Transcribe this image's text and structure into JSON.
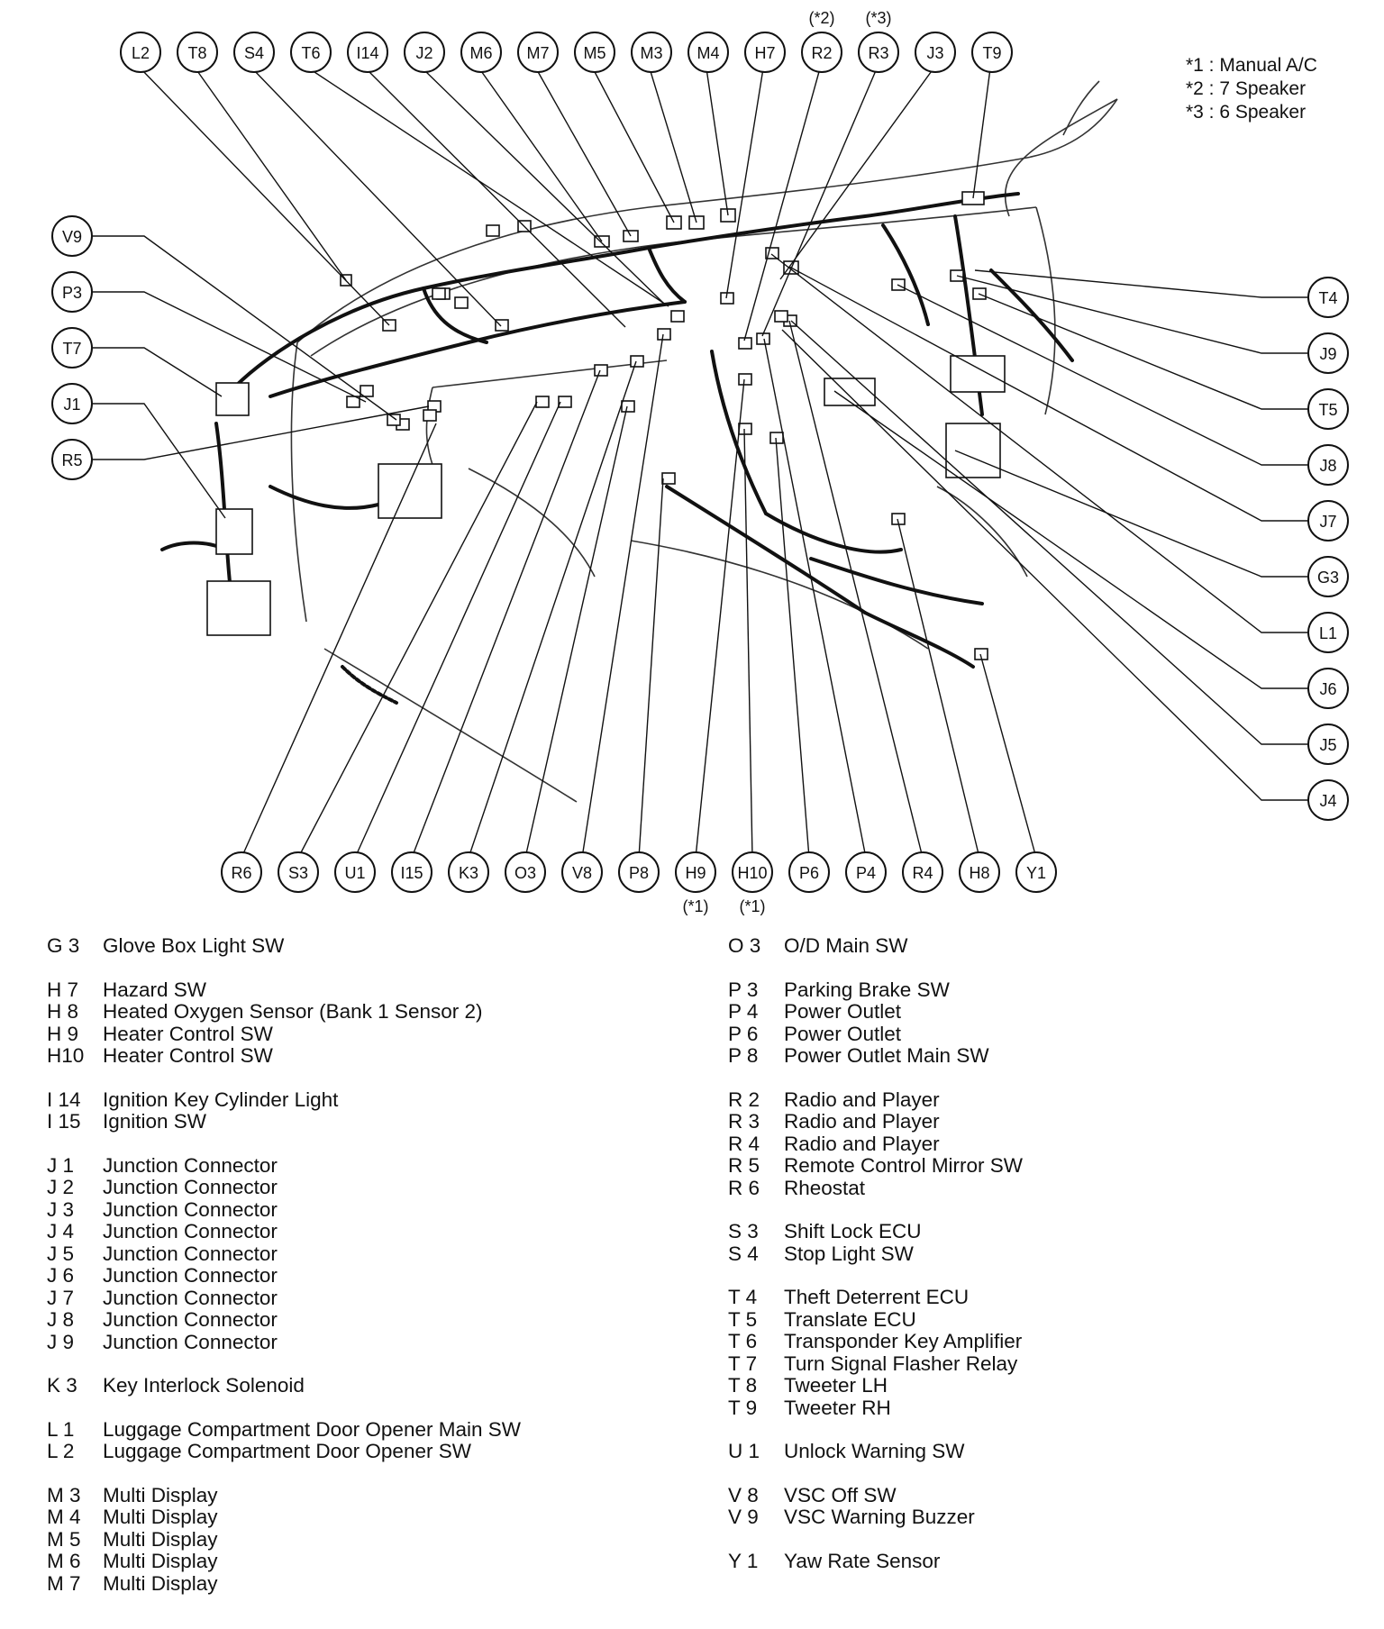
{
  "notes": [
    "*1 : Manual A/C",
    "*2 : 7 Speaker",
    "*3 : 6 Speaker"
  ],
  "top_labels": [
    "L2",
    "T8",
    "S4",
    "T6",
    "I14",
    "J2",
    "M6",
    "M7",
    "M5",
    "M3",
    "M4",
    "H7",
    "R2",
    "R3",
    "J3",
    "T9"
  ],
  "top_marks": {
    "R2": "(*2)",
    "R3": "(*3)"
  },
  "left_labels": [
    "V9",
    "P3",
    "T7",
    "J1",
    "R5"
  ],
  "right_labels": [
    "T4",
    "J9",
    "T5",
    "J8",
    "J7",
    "G3",
    "L1",
    "J6",
    "J5",
    "J4"
  ],
  "bottom_labels": [
    "R6",
    "S3",
    "U1",
    "I15",
    "K3",
    "O3",
    "V8",
    "P8",
    "H9",
    "H10",
    "P6",
    "P4",
    "R4",
    "H8",
    "Y1"
  ],
  "bottom_marks": {
    "H9": "(*1)",
    "H10": "(*1)"
  },
  "legend_left": [
    {
      "code": "G 3",
      "desc": "Glove Box Light SW"
    },
    {
      "gap": true
    },
    {
      "code": "H 7",
      "desc": "Hazard SW"
    },
    {
      "code": "H 8",
      "desc": "Heated Oxygen Sensor (Bank 1 Sensor 2)"
    },
    {
      "code": "H 9",
      "desc": "Heater Control SW"
    },
    {
      "code": "H10",
      "desc": "Heater Control SW"
    },
    {
      "gap": true
    },
    {
      "code": "I 14",
      "desc": "Ignition Key Cylinder Light"
    },
    {
      "code": "I 15",
      "desc": "Ignition SW"
    },
    {
      "gap": true
    },
    {
      "code": "J 1",
      "desc": "Junction Connector"
    },
    {
      "code": "J 2",
      "desc": "Junction Connector"
    },
    {
      "code": "J 3",
      "desc": "Junction Connector"
    },
    {
      "code": "J 4",
      "desc": "Junction Connector"
    },
    {
      "code": "J 5",
      "desc": "Junction Connector"
    },
    {
      "code": "J 6",
      "desc": "Junction Connector"
    },
    {
      "code": "J 7",
      "desc": "Junction Connector"
    },
    {
      "code": "J 8",
      "desc": "Junction Connector"
    },
    {
      "code": "J 9",
      "desc": "Junction Connector"
    },
    {
      "gap": true
    },
    {
      "code": "K 3",
      "desc": "Key Interlock Solenoid"
    },
    {
      "gap": true
    },
    {
      "code": "L 1",
      "desc": "Luggage Compartment Door Opener Main SW"
    },
    {
      "code": "L 2",
      "desc": "Luggage Compartment Door Opener SW"
    },
    {
      "gap": true
    },
    {
      "code": "M 3",
      "desc": "Multi Display"
    },
    {
      "code": "M 4",
      "desc": "Multi Display"
    },
    {
      "code": "M 5",
      "desc": "Multi Display"
    },
    {
      "code": "M 6",
      "desc": "Multi Display"
    },
    {
      "code": "M 7",
      "desc": "Multi Display"
    }
  ],
  "legend_right": [
    {
      "code": "O 3",
      "desc": "O/D Main SW"
    },
    {
      "gap": true
    },
    {
      "code": "P 3",
      "desc": "Parking Brake SW"
    },
    {
      "code": "P 4",
      "desc": "Power Outlet"
    },
    {
      "code": "P 6",
      "desc": "Power Outlet"
    },
    {
      "code": "P 8",
      "desc": "Power Outlet Main SW"
    },
    {
      "gap": true
    },
    {
      "code": "R 2",
      "desc": "Radio and Player"
    },
    {
      "code": "R 3",
      "desc": "Radio and Player"
    },
    {
      "code": "R 4",
      "desc": "Radio and Player"
    },
    {
      "code": "R 5",
      "desc": "Remote Control Mirror SW"
    },
    {
      "code": "R 6",
      "desc": "Rheostat"
    },
    {
      "gap": true
    },
    {
      "code": "S 3",
      "desc": "Shift Lock ECU"
    },
    {
      "code": "S 4",
      "desc": "Stop Light SW"
    },
    {
      "gap": true
    },
    {
      "code": "T 4",
      "desc": "Theft Deterrent ECU"
    },
    {
      "code": "T 5",
      "desc": "Translate ECU"
    },
    {
      "code": "T 6",
      "desc": "Transponder Key Amplifier"
    },
    {
      "code": "T 7",
      "desc": "Turn Signal Flasher Relay"
    },
    {
      "code": "T 8",
      "desc": "Tweeter LH"
    },
    {
      "code": "T 9",
      "desc": "Tweeter RH"
    },
    {
      "gap": true
    },
    {
      "code": "U 1",
      "desc": "Unlock Warning SW"
    },
    {
      "gap": true
    },
    {
      "code": "V 8",
      "desc": "VSC Off SW"
    },
    {
      "code": "V 9",
      "desc": "VSC Warning Buzzer"
    },
    {
      "gap": true
    },
    {
      "code": "Y 1",
      "desc": "Yaw Rate Sensor"
    }
  ]
}
